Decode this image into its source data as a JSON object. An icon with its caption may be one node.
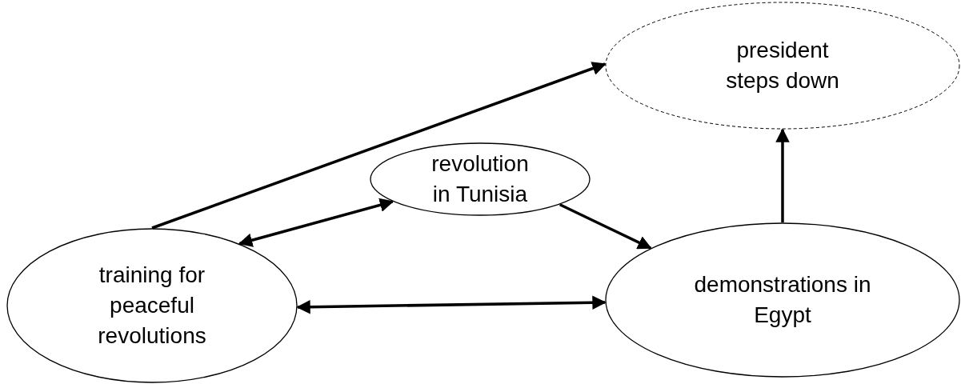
{
  "diagram": {
    "nodes": [
      {
        "text": [
          "president steps down"
        ]
      },
      {
        "text": [
          "revolution in Tunisia"
        ]
      },
      {
        "text": [
          "training for peaceful revolutions"
        ]
      },
      {
        "text": [
          "demonstrations in Egypt"
        ]
      }
    ],
    "edges": [
      {
        "from": 2,
        "to": 0,
        "arrow": "to"
      },
      {
        "from": 2,
        "to": 1,
        "arrow": "both"
      },
      {
        "from": 1,
        "to": 3,
        "arrow": "to"
      },
      {
        "from": 2,
        "to": 3,
        "arrow": "both"
      },
      {
        "from": 3,
        "to": 0,
        "arrow": "to"
      }
    ]
  }
}
